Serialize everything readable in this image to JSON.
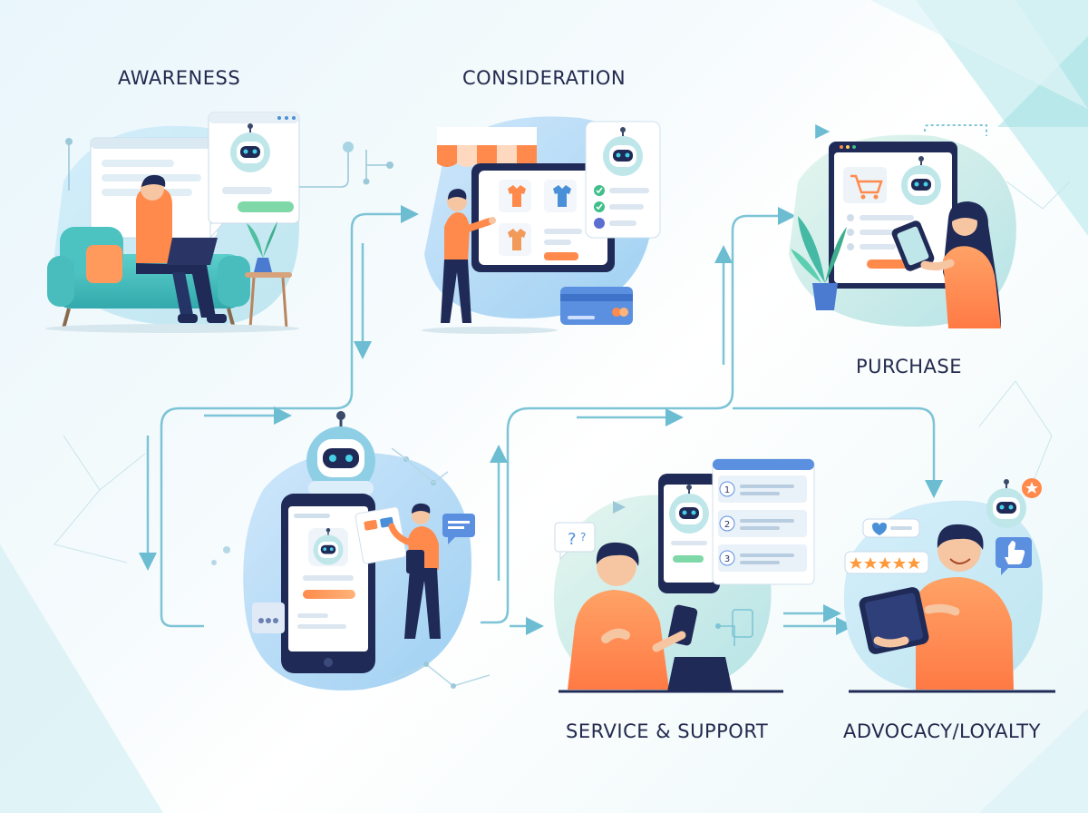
{
  "stages": [
    {
      "id": "awareness",
      "label": "AWARENESS"
    },
    {
      "id": "consideration",
      "label": "CONSIDERATION"
    },
    {
      "id": "purchase",
      "label": "PURCHASE"
    },
    {
      "id": "service",
      "label": "SERVICE & SUPPORT"
    },
    {
      "id": "advocacy",
      "label": "ADVOCACY/LOYALTY"
    }
  ],
  "support_steps": [
    "1",
    "2",
    "3"
  ],
  "icons": [
    "chatbot-icon",
    "shopping-cart-icon",
    "question-mark-icon",
    "thumbs-up-icon",
    "star-icon",
    "heart-icon",
    "credit-card-icon",
    "checkmark-icon",
    "shirt-icon"
  ],
  "rating": {
    "stars": 5,
    "filled": 5
  },
  "colors": {
    "teal": "#3fbfc0",
    "orange": "#ff8a4c",
    "navy": "#1f2a56",
    "blue": "#4a90d9",
    "flow_line": "#7cc4d6"
  }
}
